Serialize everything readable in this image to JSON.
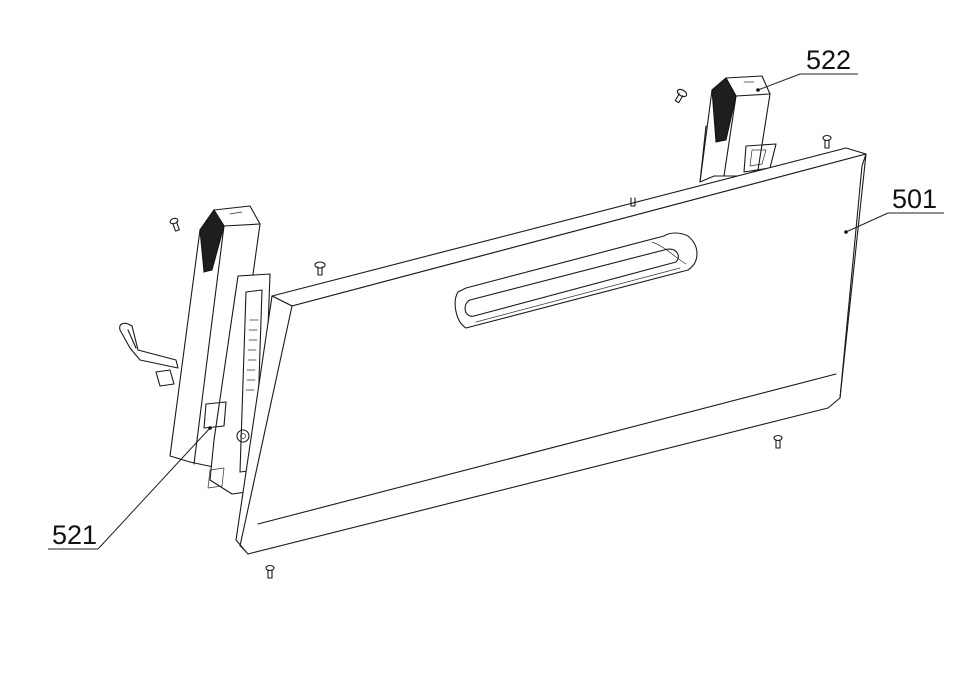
{
  "callouts": {
    "c522": "522",
    "c501": "501",
    "c521": "521"
  }
}
